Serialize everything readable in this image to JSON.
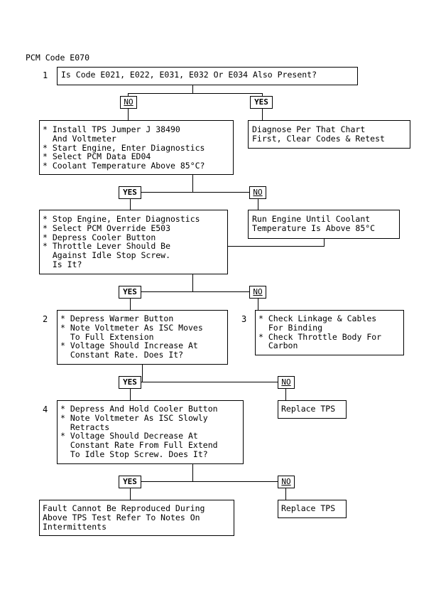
{
  "title": "PCM Code E070",
  "steps": {
    "s1": {
      "number": "1",
      "text": "Is Code E021, E022, E031, E032 Or E034 Also Present?"
    },
    "s1_yes": {
      "text": "Diagnose Per That Chart\nFirst, Clear Codes & Retest"
    },
    "s1_no": {
      "text": "* Install TPS Jumper J 38490\n  And Voltmeter\n* Start Engine, Enter Diagnostics\n* Select PCM Data ED04\n* Coolant Temperature Above 85°C?"
    },
    "s2_no": {
      "text": "Run Engine Until Coolant\nTemperature Is Above 85°C"
    },
    "s2_yes": {
      "text": "* Stop Engine, Enter Diagnostics\n* Select PCM Override E503\n* Depress Cooler Button\n* Throttle Lever Should Be\n  Against Idle Stop Screw.\n  Is It?"
    },
    "s3_yes": {
      "number": "2",
      "text": "* Depress Warmer Button\n* Note Voltmeter As ISC Moves\n  To Full Extension\n* Voltage Should Increase At\n  Constant Rate. Does It?"
    },
    "s3_no": {
      "number": "3",
      "text": "* Check Linkage & Cables\n  For Binding\n* Check Throttle Body For\n  Carbon"
    },
    "s4_yes": {
      "number": "4",
      "text": "* Depress And Hold Cooler Button\n* Note Voltmeter As ISC Slowly\n  Retracts\n* Voltage Should Decrease At\n  Constant Rate From Full Extend\n  To Idle Stop Screw. Does It?"
    },
    "s4_no": {
      "text": "Replace TPS"
    },
    "s5_yes": {
      "text": "Fault Cannot Be Reproduced During\nAbove TPS Test Refer To Notes On\nIntermittents"
    },
    "s5_no": {
      "text": "Replace TPS"
    }
  },
  "labels": {
    "yes": "YES",
    "no": "NO"
  }
}
